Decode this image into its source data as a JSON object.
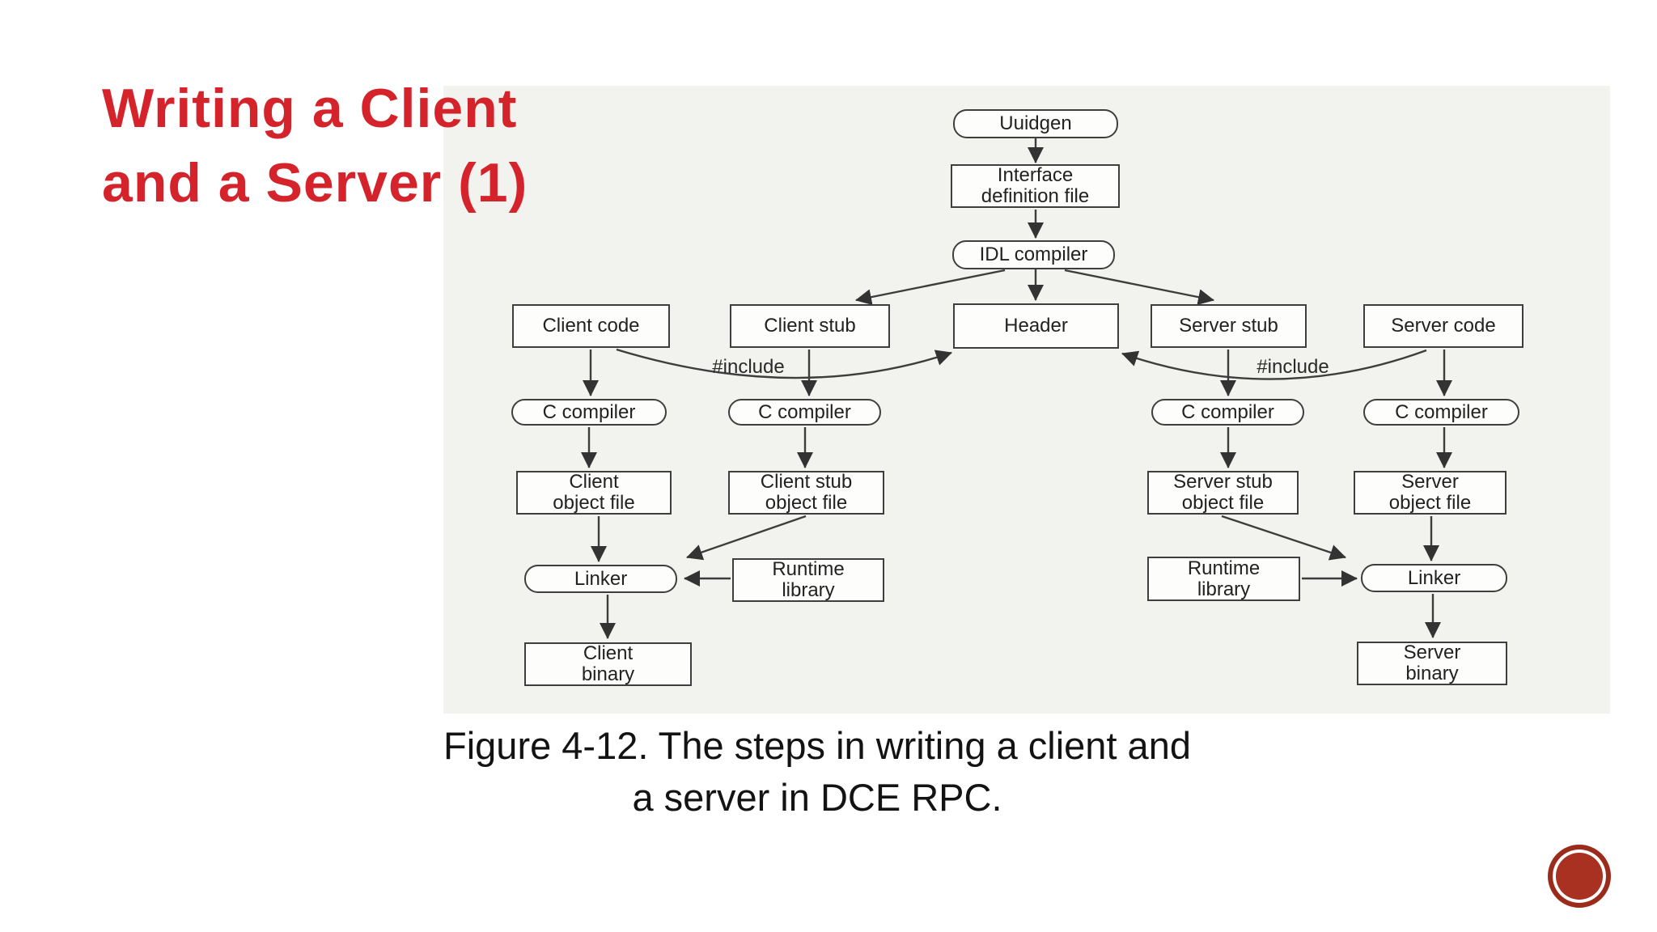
{
  "slide": {
    "title": "Writing a Client\nand a Server (1)",
    "title_color": "#d5232b",
    "caption": "Figure 4-12. The steps in writing a client and\na server in DCE RPC."
  },
  "diagram": {
    "nodes": {
      "uuidgen": "Uuidgen",
      "interface_definition_file": "Interface\ndefinition file",
      "idl_compiler": "IDL compiler",
      "client_code": "Client code",
      "client_stub": "Client stub",
      "header": "Header",
      "server_stub": "Server stub",
      "server_code": "Server code",
      "c_compiler": "C compiler",
      "client_object_file": "Client\nobject file",
      "client_stub_object_file": "Client stub\nobject file",
      "server_stub_object_file": "Server stub\nobject file",
      "server_object_file": "Server\nobject file",
      "runtime_library": "Runtime\nlibrary",
      "linker": "Linker",
      "client_binary": "Client\nbinary",
      "server_binary": "Server\nbinary",
      "include_label": "#include"
    },
    "colors": {
      "box_border": "#3e3e3e",
      "arrow": "#3d3d3d",
      "panel_background": "#f2f2ee",
      "corner_circle": "#a93122"
    }
  }
}
